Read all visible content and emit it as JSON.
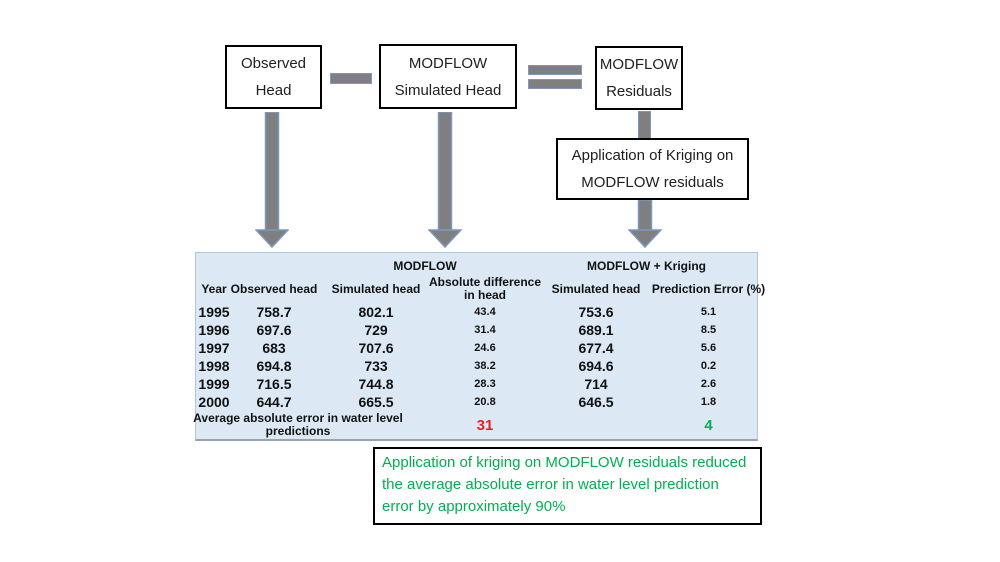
{
  "flow": {
    "observed": {
      "line1": "Observed",
      "line2": "Head"
    },
    "modflow_sim": {
      "line1": "MODFLOW",
      "line2": "Simulated Head"
    },
    "modflow_resid": {
      "line1": "MODFLOW",
      "line2": "Residuals"
    },
    "kriging": {
      "line1": "Application of Kriging on",
      "line2": "MODFLOW residuals"
    }
  },
  "table": {
    "group_headers": {
      "modflow": "MODFLOW",
      "modflow_kriging": "MODFLOW + Kriging"
    },
    "columns": {
      "year": "Year",
      "observed_head": "Observed head",
      "sim_head": "Simulated head",
      "abs_diff_line1": "Absolute difference",
      "abs_diff_line2": "in head",
      "krig_sim_head": "Simulated head",
      "pred_err": "Prediction Error (%)"
    },
    "rows": [
      {
        "year": "1995",
        "observed": "758.7",
        "sim": "802.1",
        "diff": "43.4",
        "krig": "753.6",
        "err": "5.1"
      },
      {
        "year": "1996",
        "observed": "697.6",
        "sim": "729",
        "diff": "31.4",
        "krig": "689.1",
        "err": "8.5"
      },
      {
        "year": "1997",
        "observed": "683",
        "sim": "707.6",
        "diff": "24.6",
        "krig": "677.4",
        "err": "5.6"
      },
      {
        "year": "1998",
        "observed": "694.8",
        "sim": "733",
        "diff": "38.2",
        "krig": "694.6",
        "err": "0.2"
      },
      {
        "year": "1999",
        "observed": "716.5",
        "sim": "744.8",
        "diff": "28.3",
        "krig": "714",
        "err": "2.6"
      },
      {
        "year": "2000",
        "observed": "644.7",
        "sim": "665.5",
        "diff": "20.8",
        "krig": "646.5",
        "err": "1.8"
      }
    ],
    "summary": {
      "label_line1": "Average absolute error in water level",
      "label_line2": "predictions",
      "modflow_value": "31",
      "kriging_value": "4"
    }
  },
  "callout": {
    "lines": [
      "Application of kriging on MODFLOW residuals reduced",
      "the average absolute error in water level prediction",
      "error by approximately 90%"
    ]
  },
  "colors": {
    "table_bg": "#dce9f5",
    "error_red": "#ee1c25",
    "good_green": "#00b050",
    "arrow_fill": "#7f7f7f",
    "arrow_stroke": "#7d97c1"
  }
}
